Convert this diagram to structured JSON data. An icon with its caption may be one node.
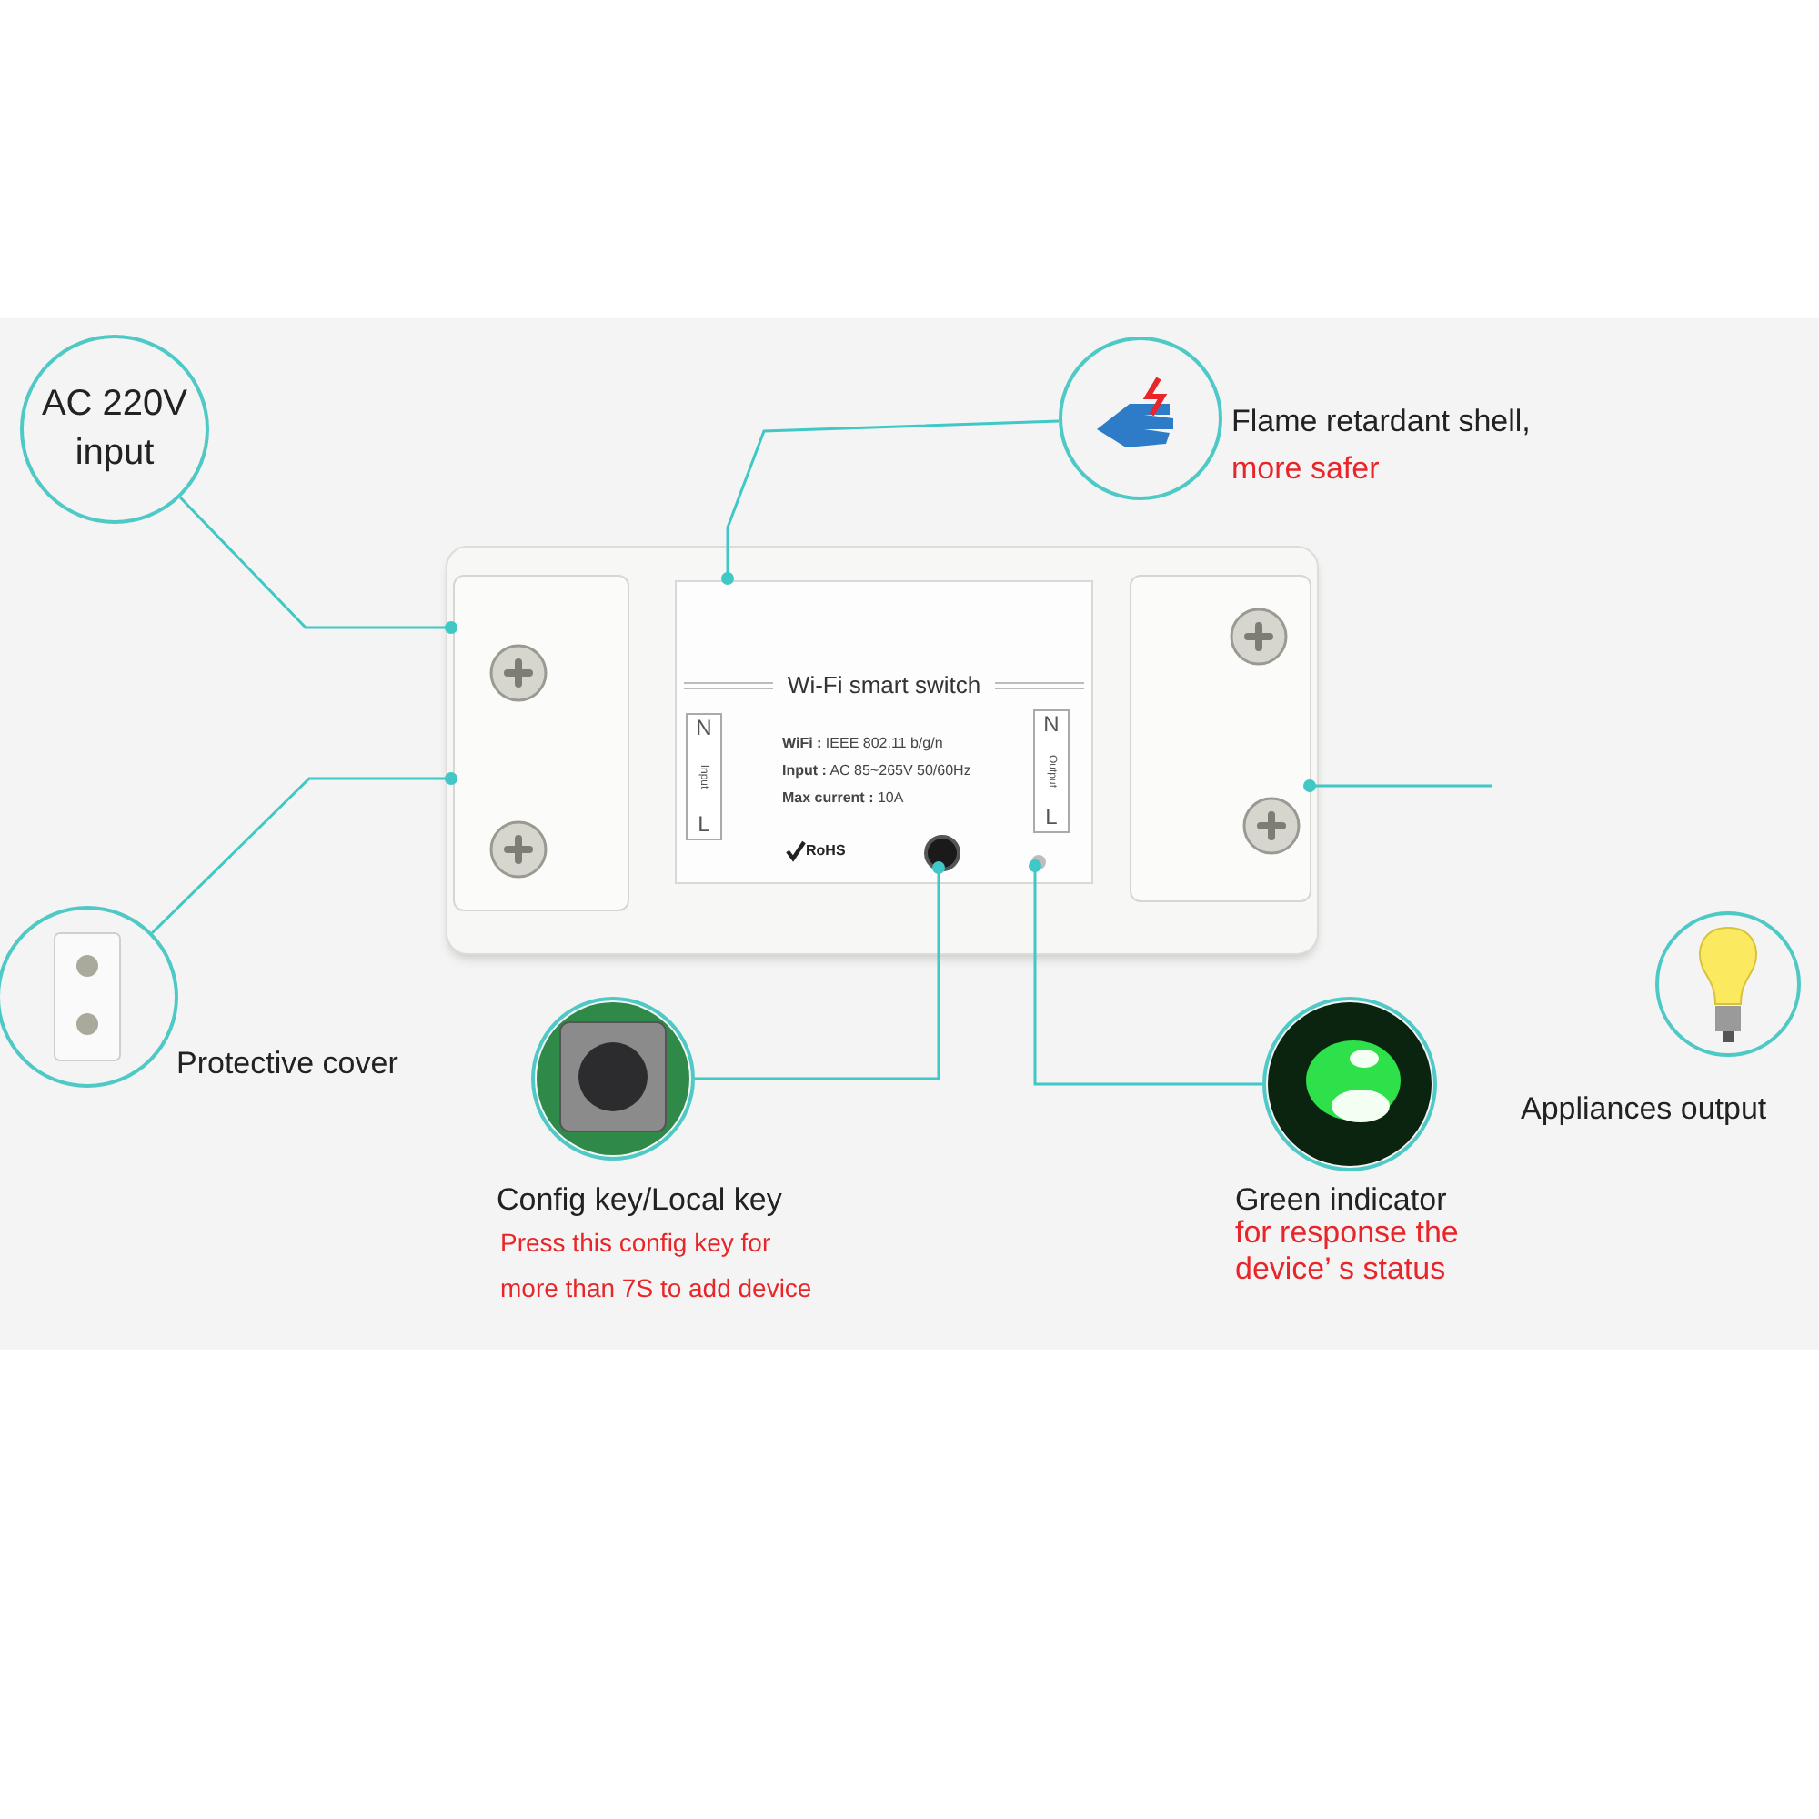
{
  "diagram": {
    "nodes": [
      {
        "text": [
          "AC 220V input"
        ]
      },
      {
        "text": [],
        "shape": "picture",
        "beside": [
          "Flame retardant shell,",
          "more safer"
        ]
      },
      {
        "text": [],
        "shape": "picture",
        "beside": [
          "Protective cover"
        ]
      },
      {
        "text": [],
        "shape": "picture",
        "beside": [
          "Config key/Local key",
          "Press this config key for more than 7S to add device"
        ]
      },
      {
        "text": [],
        "shape": "picture",
        "beside": [
          "Green indicator",
          "for response the device’ s status"
        ]
      },
      {
        "text": [],
        "shape": "picture",
        "beside": [
          "Appliances output"
        ]
      },
      {
        "text": [],
        "shape": "picture"
      },
      {
        "text": [],
        "shape": "box",
        "in": 6
      },
      {
        "text": [
          "Wi-Fi smart switch",
          "**WiFi :** IEEE 802.11 b/g/n",
          "**Input :** AC 85~265V 50/60Hz",
          "**Max current :** 10A",
          "RoHS"
        ],
        "in": 6
      },
      {
        "text": [
          "N",
          "Input",
          "L"
        ],
        "in": 8
      },
      {
        "text": [
          "N",
          "Output",
          "L"
        ],
        "in": 8
      },
      {
        "text": [],
        "shape": "circle",
        "in": 8
      },
      {
        "text": [],
        "shape": "circle",
        "in": 8
      },
      {
        "text": [],
        "shape": "box",
        "in": 6
      }
    ],
    "edges": [
      {
        "from": 0,
        "to": 7,
        "arrow": "other"
      },
      {
        "from": 2,
        "to": 7,
        "arrow": "other"
      },
      {
        "from": 1,
        "to": 8,
        "arrow": "other"
      },
      {
        "from": 3,
        "to": 11,
        "arrow": "other"
      },
      {
        "from": 4,
        "to": 12,
        "arrow": "other"
      },
      {
        "from": null,
        "to": 13,
        "arrow": "other"
      }
    ]
  }
}
